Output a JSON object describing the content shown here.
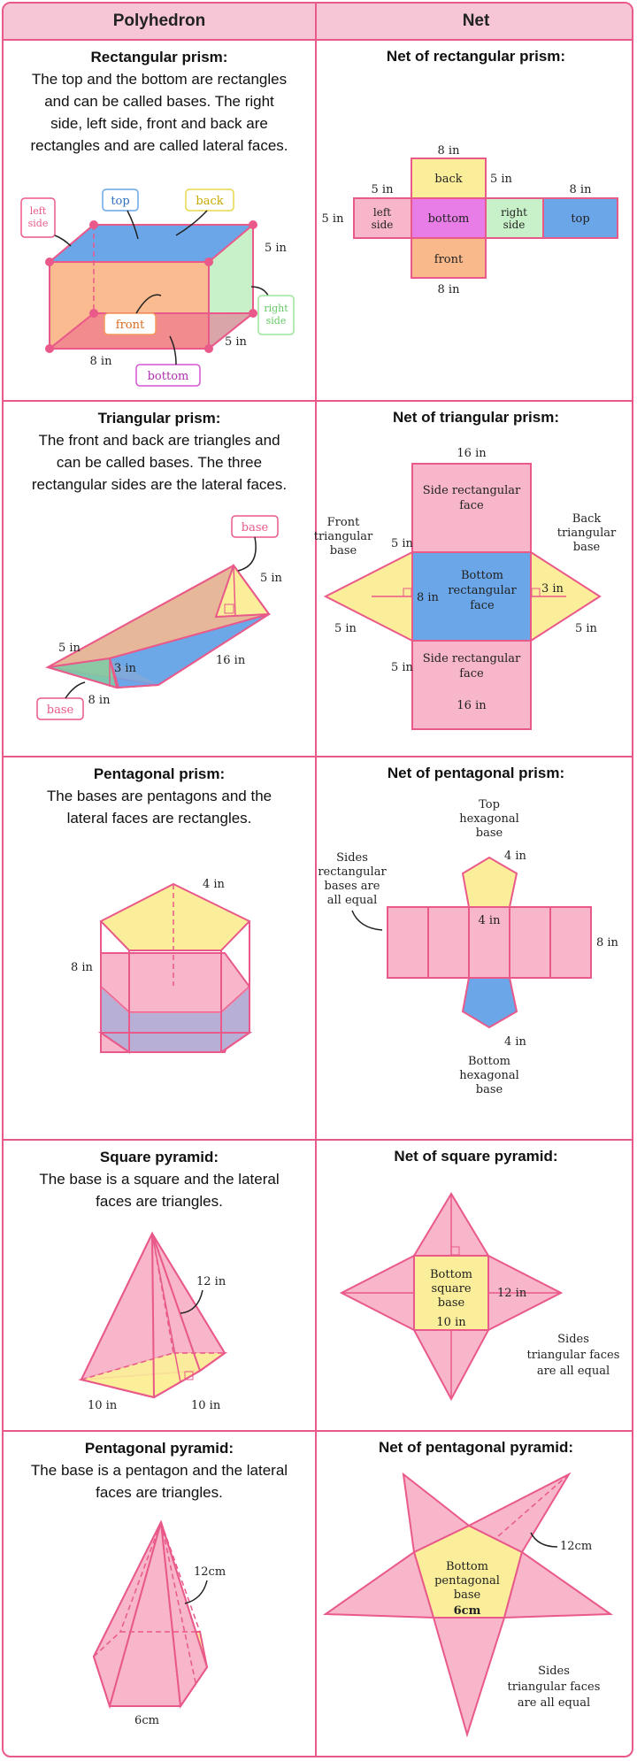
{
  "headers": {
    "polyhedron": "Polyhedron",
    "net": "Net"
  },
  "rows": [
    {
      "name": "Rectangular prism:",
      "desc": [
        "The top and the bottom are rectangles",
        "and can be called bases. The right",
        "side, left side, front and back are",
        "rectangles and are called lateral faces."
      ],
      "net_title": "Net of rectangular prism:",
      "shape_labels": {
        "left_side": [
          "left",
          "side"
        ],
        "top": "top",
        "back": "back",
        "right_side": [
          "right",
          "side"
        ],
        "front": "front",
        "bottom": "bottom",
        "d5a": "5 in",
        "d5b": "5 in",
        "d8": "8 in"
      },
      "net_labels": {
        "back": "back",
        "left_side": [
          "left",
          "side"
        ],
        "bottom": "bottom",
        "right_side": [
          "right",
          "side"
        ],
        "top": "top",
        "front": "front",
        "d8a": "8 in",
        "d5a": "5 in",
        "d5b": "5 in",
        "d8b": "8 in",
        "d5c": "5 in",
        "d8c": "8 in"
      }
    },
    {
      "name": "Triangular prism:",
      "desc": [
        "The front and back are triangles and",
        "can be called bases. The three",
        "rectangular sides are the lateral faces."
      ],
      "net_title": "Net of triangular prism:",
      "shape_labels": {
        "base_top": "base",
        "d5a": "5 in",
        "d5b": "5 in",
        "d3": "3 in",
        "d16": "16 in",
        "d8": "8 in",
        "base_bottom": "base"
      },
      "net_labels": {
        "d16a": "16 in",
        "side_top": [
          "Side rectangular",
          "face"
        ],
        "front_tri": [
          "Front",
          "triangular",
          "base"
        ],
        "back_tri": [
          "Back",
          "triangular",
          "base"
        ],
        "bottom": [
          "Bottom",
          "rectangular",
          "face"
        ],
        "d8": "8 in",
        "d3": "3 in",
        "d5a": "5 in",
        "d5b": "5 in",
        "d5c": "5 in",
        "d5d": "5 in",
        "side_bottom": [
          "Side rectangular",
          "face"
        ],
        "d16b": "16 in"
      }
    },
    {
      "name": "Pentagonal prism:",
      "desc": [
        "The bases are pentagons and the",
        "lateral faces are rectangles."
      ],
      "net_title": "Net of pentagonal prism:",
      "shape_labels": {
        "d4": "4 in",
        "d8": "8 in"
      },
      "net_labels": {
        "top_base": [
          "Top",
          "hexagonal",
          "base"
        ],
        "d4a": "4 in",
        "sides": [
          "Sides",
          "rectangular",
          "bases are",
          "all equal"
        ],
        "d4b": "4 in",
        "d8": "8 in",
        "d4c": "4 in",
        "bottom_base": [
          "Bottom",
          "hexagonal",
          "base"
        ]
      }
    },
    {
      "name": "Square pyramid:",
      "desc": [
        "The base is a square and the lateral",
        "faces are triangles."
      ],
      "net_title": "Net of square pyramid:",
      "shape_labels": {
        "d12": "12 in",
        "d10a": "10 in",
        "d10b": "10 in"
      },
      "net_labels": {
        "base": [
          "Bottom",
          "square",
          "base"
        ],
        "d12": "12 in",
        "d10": "10 in",
        "sides": [
          "Sides",
          "triangular faces",
          "are all equal"
        ]
      }
    },
    {
      "name": "Pentagonal pyramid:",
      "desc": [
        "The base is a pentagon and the lateral",
        "faces are triangles."
      ],
      "net_title": "Net of pentagonal pyramid:",
      "shape_labels": {
        "d12": "12cm",
        "d6": "6cm"
      },
      "net_labels": {
        "d12": "12cm",
        "base": [
          "Bottom",
          "pentagonal",
          "base"
        ],
        "d6": "6cm",
        "sides": [
          "Sides",
          "triangular faces",
          "are all equal"
        ]
      }
    }
  ],
  "colors": {
    "pink": "#f7b6c9",
    "border": "#e9598a",
    "blue": "#6aa6e8",
    "yellow": "#fbee9a",
    "orange": "#f9b98a",
    "magenta": "#e87de8",
    "green": "#c9f1c9",
    "light_pink": "#fbd3de"
  }
}
